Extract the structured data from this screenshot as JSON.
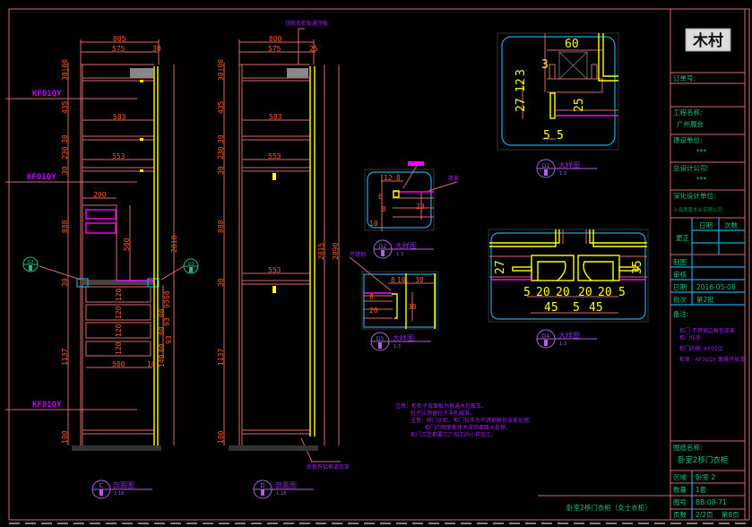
{
  "title_block": {
    "logo": "木村",
    "order_no_label": "订单号:",
    "project_label": "工程名称:",
    "project_value": "广州展会",
    "builder_label": "建设单位:",
    "builder_value": "***",
    "designer_label": "总设计公司:",
    "designer_value": "***",
    "deep_design_label": "深化设计单位:",
    "deep_design_value": "上海意尊木业有限公司",
    "revision_label": "更正",
    "revision_date_header": "日期",
    "revision_count_header": "次数",
    "drawn_label": "制图",
    "checked_label": "审核",
    "date_label": "日期",
    "date_value": "2016-05-08",
    "batch_label": "批次",
    "batch_value": "第2批",
    "remarks_label": "备注:",
    "remarks": [
      "柜门 不锈钢边框包皮革",
      "柜门拉手",
      "柜门内侧 :KF01Q",
      "柜体 : KF01QY 面膜开放漆"
    ],
    "drawing_name_label": "图纸名称:",
    "drawing_name_value": "卧室2移门衣柜",
    "area_label": "区域",
    "area_value": "卧室 2",
    "qty_label": "数量",
    "qty_value": "1套",
    "drawing_no_label": "图号",
    "drawing_no_value": "BB:08-71",
    "pages_label": "页数",
    "pages_value": "2/2页",
    "sheet_value": "第8页"
  },
  "bottom_title": "卧室2移门衣柜（女士衣柜）",
  "notes": [
    "注意：柜柜子背面板为普通木包板车。",
    "柱子应预留柱子冲孔缝准。",
    "注意：移门衣柜，柜门拉手为不锈钢框包皮革处理。",
    "柜门内侧面板体木皮饰面暖光处理。",
    "柜门工艺都要工厂加工的小样加工。"
  ],
  "elevation_c": {
    "material_tags": [
      "KF01QY",
      "KF01QY",
      "KF01QY"
    ],
    "dims_top": [
      "805",
      "575",
      "30"
    ],
    "dims_left": [
      "30|00",
      "435",
      "30",
      "230",
      "30",
      "888",
      "30",
      "1137",
      "100"
    ],
    "dims_inner": [
      "583",
      "553",
      "290",
      "500",
      "500",
      "10"
    ],
    "dims_drawers": [
      "120",
      "120",
      "120",
      "120"
    ],
    "dims_right": [
      "2818",
      "60",
      "93",
      "60",
      "93",
      "60",
      "93",
      "60",
      "140"
    ],
    "callouts": [
      "D2",
      "D3"
    ],
    "section_letter": "C",
    "section_title": "剖面图",
    "section_scale": "1:18"
  },
  "elevation_d": {
    "top_note": "顶部衣柜板通顶板",
    "dims_top": [
      "800",
      "575",
      "25"
    ],
    "dims_left": [
      "30|00",
      "435",
      "30",
      "230",
      "30",
      "888",
      "30",
      "1137",
      "100"
    ],
    "dims_inner": [
      "583",
      "553",
      "553"
    ],
    "dims_right": [
      "2815",
      "2890"
    ],
    "bottom_note": "底板有铝框道底架",
    "section_letter": "D",
    "section_title": "剖面图",
    "section_scale": "1:18"
  },
  "details": [
    {
      "id": "D1",
      "title": "大样图",
      "scale": "1:3",
      "dims": [
        "60",
        "3",
        "27",
        "12",
        "3",
        "25",
        "5",
        "5"
      ]
    },
    {
      "id": "D2",
      "title": "大样图",
      "scale": "1:3",
      "dims": [
        "12",
        "8",
        "6",
        "8",
        "20",
        "10"
      ],
      "tag": "皮革"
    },
    {
      "id": "D3",
      "title": "大样图",
      "scale": "1:3",
      "dims": [
        "8",
        "10",
        "30",
        "8",
        "20",
        "30"
      ],
      "tag": "不锈钢"
    },
    {
      "id": "D4",
      "title": "大样图",
      "scale": "1:3",
      "dims": [
        "27",
        "5",
        "20",
        "20",
        "20",
        "20",
        "5",
        "45",
        "5",
        "45",
        "35"
      ]
    }
  ]
}
